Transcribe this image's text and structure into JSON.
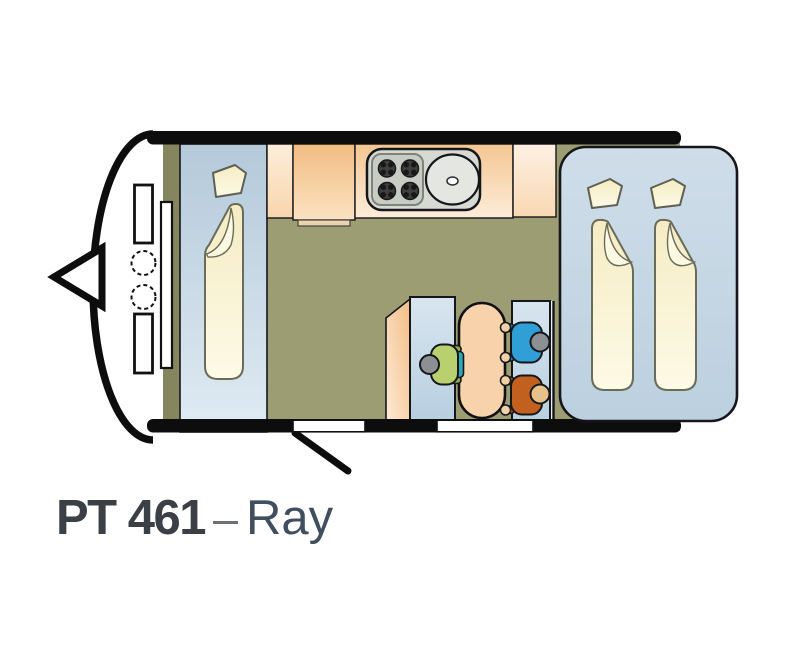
{
  "caption": {
    "model": "PT 461",
    "separator": "–",
    "variant": "Ray"
  },
  "floorplan": {
    "type": "caravan-floorplan-top-view",
    "features": [
      "tow-hitch",
      "gas-bottles",
      "front-storage-lockers",
      "front-window",
      "front-single-bed",
      "kitchen-counter",
      "four-burner-stove",
      "sink",
      "wardrobe",
      "dinette-table",
      "two-bench-seats",
      "three-occupants",
      "twin-rear-beds",
      "entry-door-with-swing",
      "rear-window"
    ],
    "occupants": [
      {
        "shirt": "green",
        "seat": "left-bench"
      },
      {
        "shirt": "blue",
        "seat": "right-bench-top"
      },
      {
        "shirt": "orange",
        "seat": "right-bench-bottom"
      }
    ],
    "colors": {
      "outline": "#0d0d0d",
      "floor": "#9d9d74",
      "floor_front_strip": "#85855e",
      "upholstery_blue": "#c3d4e2",
      "mattress_cream": "#f8f1cd",
      "counter_peach": "#f5c795",
      "table_peach": "#f8d2ab",
      "stove_gray": "#d6dad2",
      "person_green": "#b9d06f",
      "person_blue": "#2f9fd6",
      "person_orange": "#c2611f",
      "head_gray": "#8c9094",
      "head_tan": "#e6c189",
      "title_dark": "#3a4046",
      "title_variant": "#404e60"
    }
  }
}
